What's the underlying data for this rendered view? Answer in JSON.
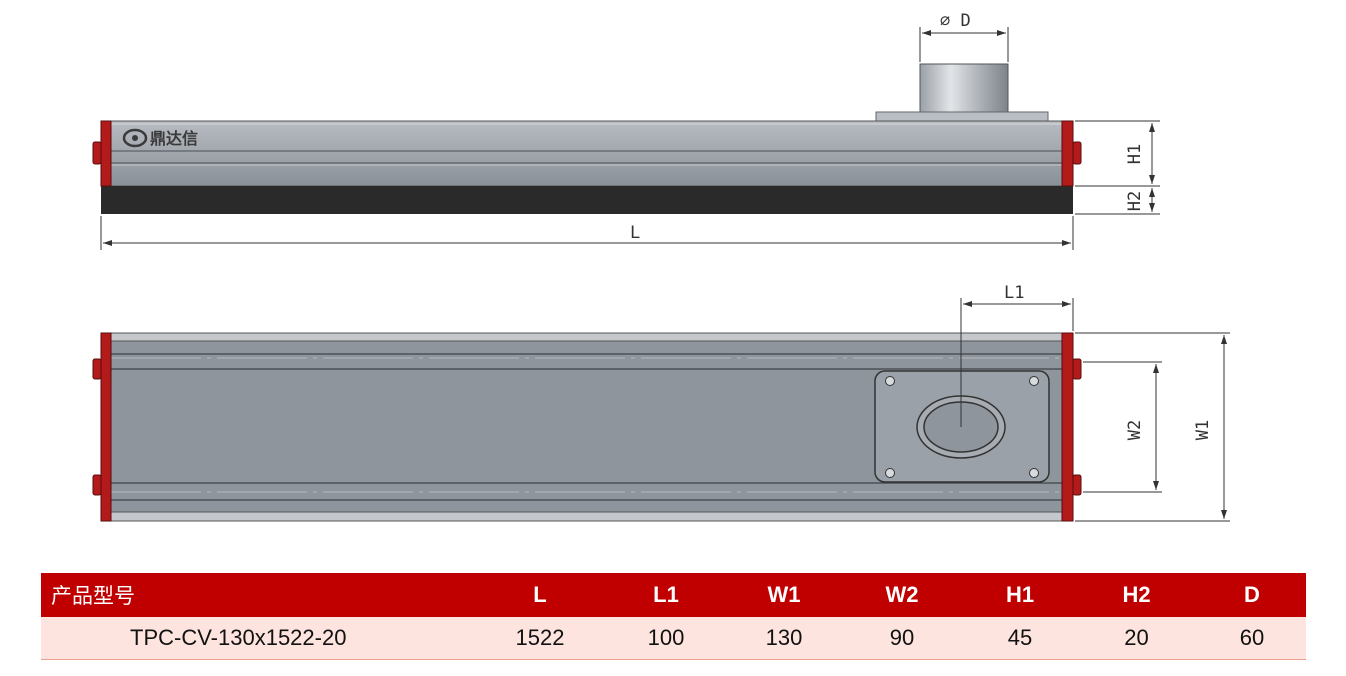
{
  "brand": {
    "logo_text": "鼎达信"
  },
  "dimension_labels": {
    "D": "⌀ D",
    "L": "L",
    "L1": "L1",
    "H1": "H1",
    "H2": "H2",
    "W1": "W1",
    "W2": "W2"
  },
  "colors": {
    "header_bg": "#c00000",
    "row_bg": "#fde4de",
    "body_gray": "#8f959c",
    "end_cap_red": "#b31b1b",
    "rubber_black": "#2a2a2a"
  },
  "table": {
    "headers": [
      "产品型号",
      "L",
      "L1",
      "W1",
      "W2",
      "H1",
      "H2",
      "D"
    ],
    "rows": [
      [
        "TPC-CV-130x1522-20",
        "1522",
        "100",
        "130",
        "90",
        "45",
        "20",
        "60"
      ]
    ]
  }
}
